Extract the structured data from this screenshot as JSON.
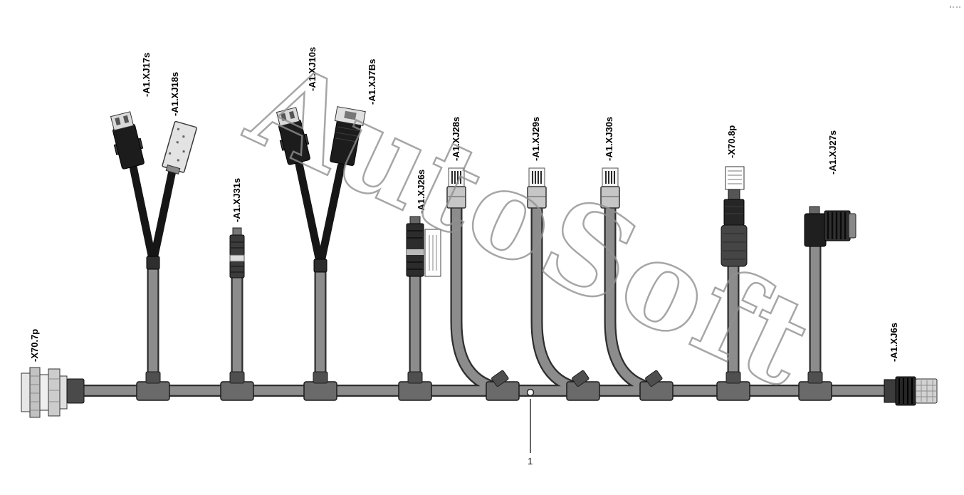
{
  "diagram": {
    "watermark": "AutoSoft",
    "callout": {
      "number": "1"
    },
    "connector_labels": {
      "x70_7p": "-X70.7p",
      "xj17s": "-A1.XJ17s",
      "xj18s": "-A1.XJ18s",
      "xj31s": "-A1.XJ31s",
      "xj10s": "-A1.XJ10s",
      "xj7bs": "-A1.XJ7Bs",
      "xj26s": "-A1.XJ26s",
      "xj28s": "-A1.XJ28s",
      "xj29s": "-A1.XJ29s",
      "xj30s": "-A1.XJ30s",
      "x70_8p": "-X70.8p",
      "xj27s": "-A1.XJ27s",
      "xj6s": "-A1.XJ6s"
    },
    "colors": {
      "background": "#ffffff",
      "cable_gray": "#8c8c8c",
      "cable_outline": "#2e2e2e",
      "connector_dark": "#1f1f1f",
      "fitting_gray": "#6a6a6a",
      "watermark_outline": "#909090",
      "label_text": "#000000"
    }
  }
}
